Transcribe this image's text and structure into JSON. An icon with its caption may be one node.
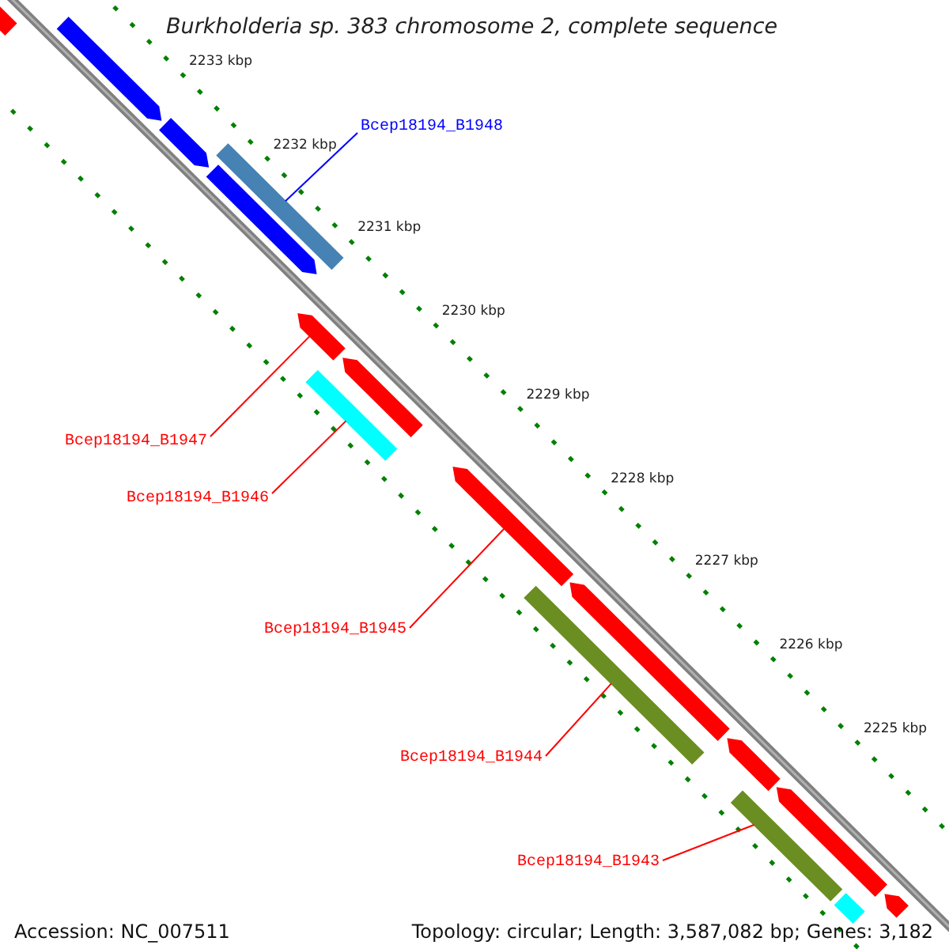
{
  "diagram": {
    "title": "Burkholderia sp. 383 chromosome 2, complete sequence",
    "nodes": [
      {
        "text": [
          "Bcep18194_B1948"
        ]
      },
      {
        "text": [
          "Bcep18194_B1947"
        ]
      },
      {
        "text": [
          "Bcep18194_B1946"
        ]
      },
      {
        "text": [
          "Bcep18194_B1945"
        ]
      },
      {
        "text": [
          "Bcep18194_B1944"
        ]
      },
      {
        "text": [
          "Bcep18194_B1943"
        ]
      },
      {
        "text": [],
        "shape": "arrow"
      },
      {
        "text": [],
        "shape": "arrow"
      },
      {
        "text": [],
        "shape": "arrow"
      },
      {
        "text": [],
        "shape": "bar"
      },
      {
        "text": [],
        "shape": "arrow"
      },
      {
        "text": [],
        "shape": "arrow"
      },
      {
        "text": [],
        "shape": "bar"
      },
      {
        "text": [],
        "shape": "arrow"
      },
      {
        "text": [],
        "shape": "arrow"
      },
      {
        "text": [],
        "shape": "bar"
      },
      {
        "text": [],
        "shape": "arrow"
      },
      {
        "text": [],
        "shape": "arrow"
      },
      {
        "text": [],
        "shape": "bar"
      },
      {
        "text": [],
        "shape": "arrow"
      },
      {
        "text": [],
        "shape": "bar"
      },
      {
        "text": [],
        "shape": "arrow"
      }
    ],
    "edges": [
      {
        "from": 0,
        "to": 9,
        "arrow": "none",
        "color": "#0000ff"
      },
      {
        "from": 1,
        "to": 11,
        "arrow": "none"
      },
      {
        "from": 2,
        "to": 12,
        "arrow": "none"
      },
      {
        "from": 3,
        "to": 14,
        "arrow": "none"
      },
      {
        "from": 4,
        "to": 15,
        "arrow": "none"
      },
      {
        "from": 5,
        "to": 18,
        "arrow": "none"
      }
    ],
    "labels": [
      "2233 kbp",
      "2232 kbp",
      "2231 kbp",
      "2230 kbp",
      "2229 kbp",
      "2228 kbp",
      "2227 kbp",
      "2226 kbp",
      "2225 kbp",
      "Accession: NC_007511",
      "Topology: circular; Length: 3,587,082 bp; Genes: 3,182"
    ]
  }
}
